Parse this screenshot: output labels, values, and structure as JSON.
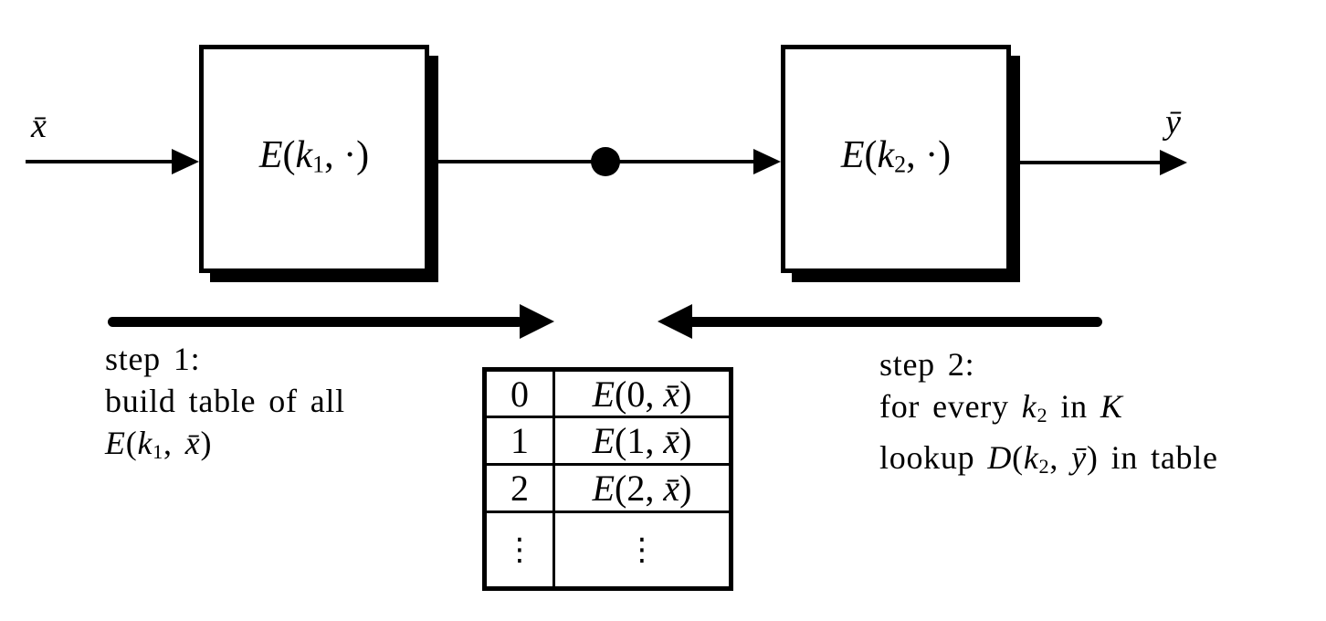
{
  "colors": {
    "ink": "#000000",
    "background": "#ffffff"
  },
  "labels": {
    "input": "x̄",
    "output": "ȳ"
  },
  "box1": {
    "func": "E",
    "open": "(",
    "key": "k",
    "keysub": "1",
    "rest": ", ·)"
  },
  "box2": {
    "func": "E",
    "open": "(",
    "key": "k",
    "keysub": "2",
    "rest": ", ·)"
  },
  "step1": {
    "title": "step 1:",
    "line2": "build table of all",
    "formula": {
      "func": "E",
      "open": "(",
      "key": "k",
      "keysub": "1",
      "comma": ", ",
      "xvar": "x̄",
      "close": ")"
    }
  },
  "step2": {
    "title": "step 2:",
    "line2": {
      "pre": "for every ",
      "key": "k",
      "keysub": "2",
      "mid": " in ",
      "set": "K"
    },
    "line3": {
      "pre": "lookup ",
      "func": "D",
      "open": "(",
      "key": "k",
      "keysub": "2",
      "comma": ", ",
      "yvar": "ȳ",
      "close": ")",
      "post": " in table"
    }
  },
  "table": {
    "rows": [
      {
        "key": "0",
        "func": "E",
        "mid": "(0, ",
        "xvar": "x̄",
        "close": ")"
      },
      {
        "key": "1",
        "func": "E",
        "mid": "(1, ",
        "xvar": "x̄",
        "close": ")"
      },
      {
        "key": "2",
        "func": "E",
        "mid": "(2, ",
        "xvar": "x̄",
        "close": ")"
      },
      {
        "key": "⋮",
        "func": "",
        "mid": "⋮",
        "xvar": "",
        "close": ""
      }
    ]
  }
}
